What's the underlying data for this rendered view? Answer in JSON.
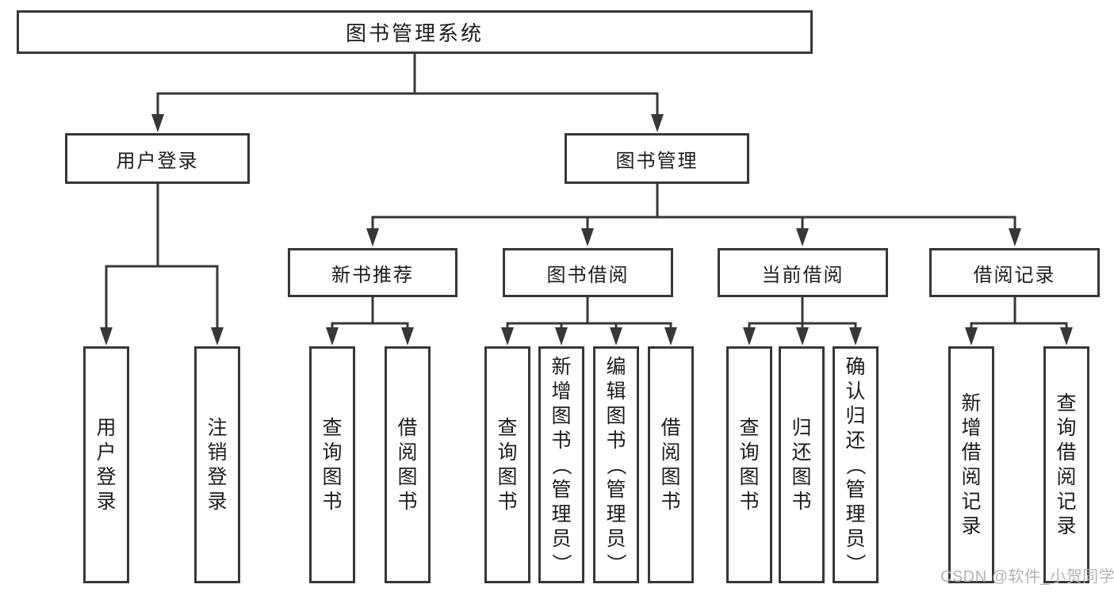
{
  "watermark": "CSDN @软件_小贺同学",
  "colors": {
    "line": "#373737",
    "text": "#1c1c1c",
    "watermark": "#b3b3b3",
    "background": "#ffffff"
  },
  "tree": {
    "root": {
      "label": "图书管理系统"
    },
    "level2": {
      "user_login": {
        "label": "用户登录",
        "children": {
          "login": "用户登录",
          "logout": "注销登录"
        }
      },
      "book_mgmt": {
        "label": "图书管理",
        "sections": {
          "new_book_rec": {
            "label": "新书推荐",
            "children": {
              "query": "查询图书",
              "borrow": "借阅图书"
            }
          },
          "book_borrow": {
            "label": "图书借阅",
            "children": {
              "query": "查询图书",
              "add": "新增图书（管理员）",
              "edit": "编辑图书（管理员）",
              "borrow": "借阅图书"
            }
          },
          "current_borrow": {
            "label": "当前借阅",
            "children": {
              "query": "查询图书",
              "return": "归还图书",
              "confirm": "确认归还（管理员）"
            }
          },
          "borrow_records": {
            "label": "借阅记录",
            "children": {
              "add": "新增借阅记录",
              "query": "查询借阅记录"
            }
          }
        }
      }
    }
  }
}
